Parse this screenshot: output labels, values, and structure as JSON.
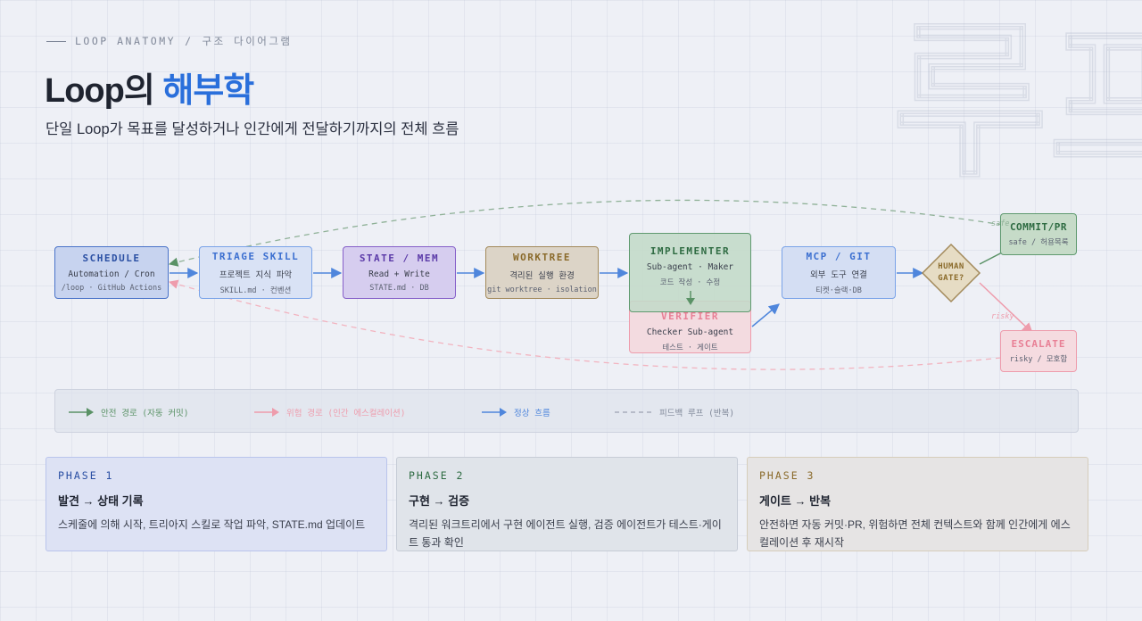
{
  "header": {
    "eyebrow_en": "LOOP ANATOMY",
    "eyebrow_sep": "/",
    "eyebrow_ko": "구조 다이어그램",
    "title_main": "Loop의",
    "title_accent": "해부학",
    "subtitle": "단일 Loop가 목표를 달성하거나 인간에게 전달하기까지의 전체 흐름",
    "watermark": "루프"
  },
  "nodes": {
    "schedule": {
      "title": "SCHEDULE",
      "sub": "Automation / Cron",
      "meta": "/loop · GitHub Actions"
    },
    "triage": {
      "title": "TRIAGE SKILL",
      "sub": "프로젝트 지식 파악",
      "meta": "SKILL.md · 컨벤션"
    },
    "state": {
      "title": "STATE / MEM",
      "sub": "Read + Write",
      "meta": "STATE.md · DB"
    },
    "worktree": {
      "title": "WORKTREE",
      "sub": "격리된 실행 환경",
      "meta": "git worktree · isolation"
    },
    "implementer": {
      "title": "IMPLEMENTER",
      "sub": "Sub-agent · Maker",
      "meta": "코드 작성 · 수정"
    },
    "verifier": {
      "title": "VERIFIER",
      "sub": "Checker Sub-agent",
      "meta": "테스트 · 게이트"
    },
    "mcp": {
      "title": "MCP / GIT",
      "sub": "외부 도구 연결",
      "meta": "티켓·슬랙·DB"
    },
    "gate": {
      "line1": "HUMAN",
      "line2": "GATE?"
    },
    "commit": {
      "title": "COMMIT/PR",
      "meta": "safe / 허용목록"
    },
    "escalate": {
      "title": "ESCALATE",
      "meta": "risky / 모호함"
    }
  },
  "edge_labels": {
    "safe": "safe",
    "risky": "risky"
  },
  "legend": {
    "safe": "안전 경로 (자동 커밋)",
    "risky": "위험 경로 (인간 에스컬레이션)",
    "normal": "정상 흐름",
    "feedback": "피드백 루프 (반복)"
  },
  "phases": [
    {
      "label": "PHASE 1",
      "title": "발견 → 상태 기록",
      "desc": "스케줄에 의해 시작, 트리아지 스킬로 작업 파악, STATE.md 업데이트"
    },
    {
      "label": "PHASE 2",
      "title": "구현 → 검증",
      "desc": "격리된 워크트리에서 구현 에이전트 실행, 검증 에이전트가 테스트·게이트 통과 확인"
    },
    {
      "label": "PHASE 3",
      "title": "게이트 → 반복",
      "desc": "안전하면 자동 커밋·PR, 위험하면 전체 컨텍스트와 함께 인간에게 에스컬레이션 후 재시작"
    }
  ],
  "colors": {
    "accent": "#2a6fdb",
    "flow": "#4f86dc",
    "safe": "#5a9266",
    "risky": "#ee9cac",
    "feedback": "#9aa1b0"
  }
}
